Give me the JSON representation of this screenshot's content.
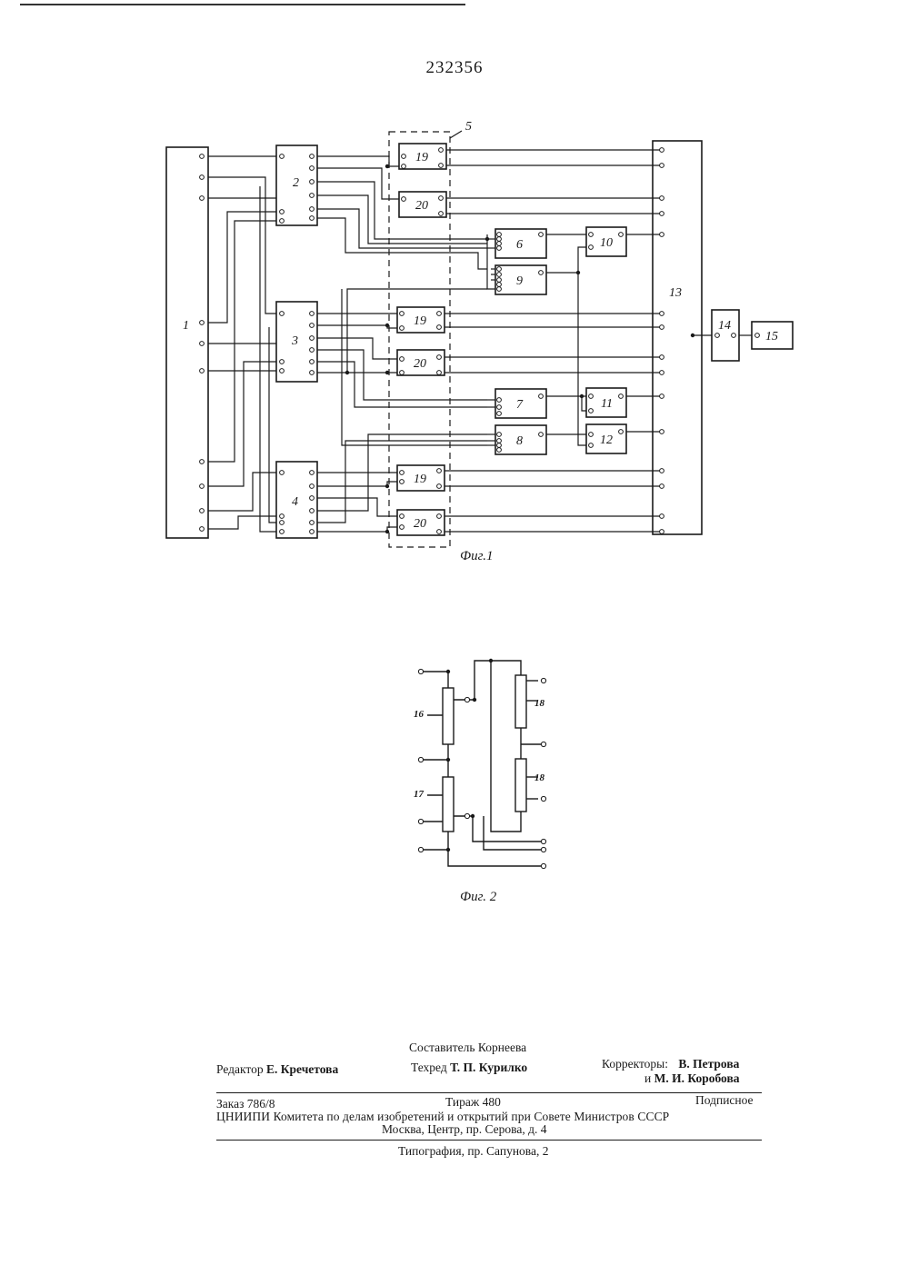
{
  "patent_number": "232356",
  "fig1": {
    "caption": "Фиг.1",
    "blocks": {
      "b1": "1",
      "b2": "2",
      "b3": "3",
      "b4": "4",
      "b5": "5",
      "b6": "6",
      "b7": "7",
      "b8": "8",
      "b9": "9",
      "b10": "10",
      "b11": "11",
      "b12": "12",
      "b13": "13",
      "b14": "14",
      "b15": "15",
      "b19a": "19",
      "b20a": "20",
      "b19b": "19",
      "b20b": "20",
      "b19c": "19",
      "b20c": "20"
    }
  },
  "fig2": {
    "caption": "Фиг. 2",
    "labels": {
      "r16": "16",
      "r17": "17",
      "r18a": "18",
      "r18b": "18"
    }
  },
  "footer": {
    "compiler_label": "Составитель",
    "compiler_name": "Корнеева",
    "editor_label": "Редактор",
    "editor_name": "Е. Кречетова",
    "techred_label": "Техред",
    "techred_name": "Т. П. Курилко",
    "correctors_label": "Корректоры:",
    "corrector_1": "В. Петрова",
    "corrector_2_prefix": "и",
    "corrector_2": "М. И. Коробова",
    "order": "Заказ 786/8",
    "circulation": "Тираж 480",
    "subscription": "Подписное",
    "institute": "ЦНИИПИ Комитета по делам изобретений и открытий при Совете Министров СССР",
    "address": "Москва, Центр, пр. Серова, д. 4",
    "printing": "Типография, пр. Сапунова, 2"
  }
}
